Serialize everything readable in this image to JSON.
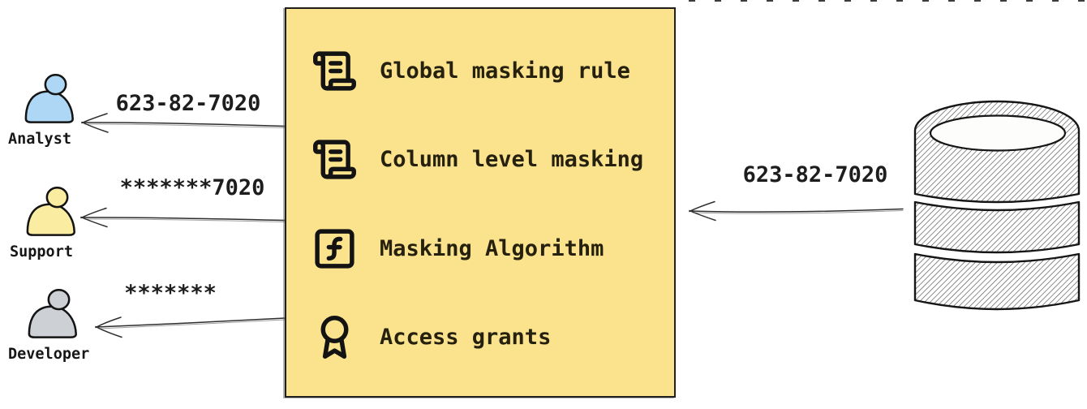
{
  "masking_box": {
    "background_color": "#FAE38C",
    "items": [
      {
        "icon": "scroll-text-icon",
        "label": "Global masking rule"
      },
      {
        "icon": "scroll-text-icon",
        "label": "Column level masking"
      },
      {
        "icon": "function-square-icon",
        "label": "Masking Algorithm"
      },
      {
        "icon": "award-icon",
        "label": "Access grants"
      }
    ]
  },
  "consumers": [
    {
      "name": "Analyst",
      "value": "623-82-7020",
      "icon_color": "#AED7F5"
    },
    {
      "name": "Support",
      "value": "*******7020",
      "icon_color": "#FAECA0"
    },
    {
      "name": "Developer",
      "value": "*******",
      "icon_color": "#CDD1D6"
    }
  ],
  "source": {
    "icon": "database-icon",
    "value": "623-82-7020"
  }
}
